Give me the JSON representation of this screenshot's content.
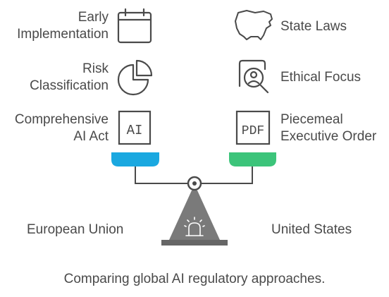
{
  "left": {
    "items": [
      {
        "label_lines": [
          "Early",
          "Implementation"
        ],
        "icon": "calendar-icon"
      },
      {
        "label_lines": [
          "Risk",
          "Classification"
        ],
        "icon": "pie-chart-icon"
      },
      {
        "label_lines": [
          "Comprehensive",
          "AI Act"
        ],
        "icon": "ai-document-icon",
        "icon_text": "AI"
      }
    ],
    "region": "European Union",
    "pan_color": "#1aa8e0"
  },
  "right": {
    "items": [
      {
        "label_lines": [
          "State Laws"
        ],
        "icon": "us-map-icon"
      },
      {
        "label_lines": [
          "Ethical Focus"
        ],
        "icon": "magnifier-person-icon"
      },
      {
        "label_lines": [
          "Piecemeal",
          "Executive Order"
        ],
        "icon": "pdf-document-icon",
        "icon_text": "PDF"
      }
    ],
    "region": "United States",
    "pan_color": "#3cc47a"
  },
  "caption": "Comparing global AI regulatory approaches.",
  "colors": {
    "stroke": "#4a4a4a",
    "stand": "#7a7a7a",
    "base": "#666666"
  }
}
